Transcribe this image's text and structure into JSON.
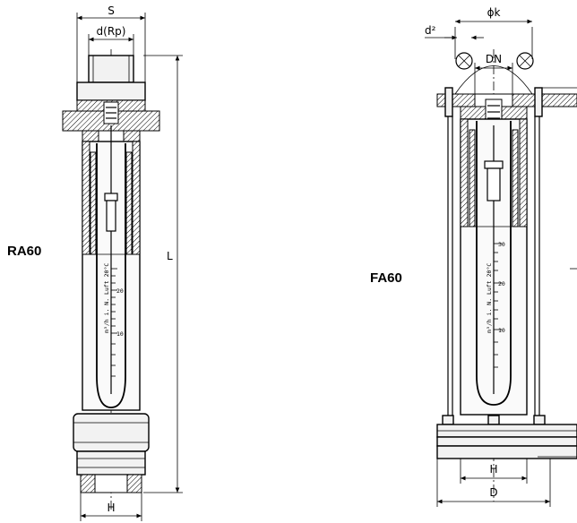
{
  "left_unit": {
    "model": "RA60",
    "dims": {
      "S": "S",
      "d": "d(Rp)",
      "L": "L",
      "H": "H"
    },
    "scale_unit": "m³/h i. N. Luft 20°C",
    "scale_ticks": [
      "20",
      "10"
    ]
  },
  "right_unit": {
    "model": "FA60",
    "dims": {
      "phik": "ϕk",
      "d2": "d²",
      "DN": "DN",
      "H": "H",
      "D": "D"
    },
    "scale_unit": "m³/h i. N. Luft 20°C",
    "scale_ticks": [
      "30",
      "20",
      "10"
    ]
  }
}
